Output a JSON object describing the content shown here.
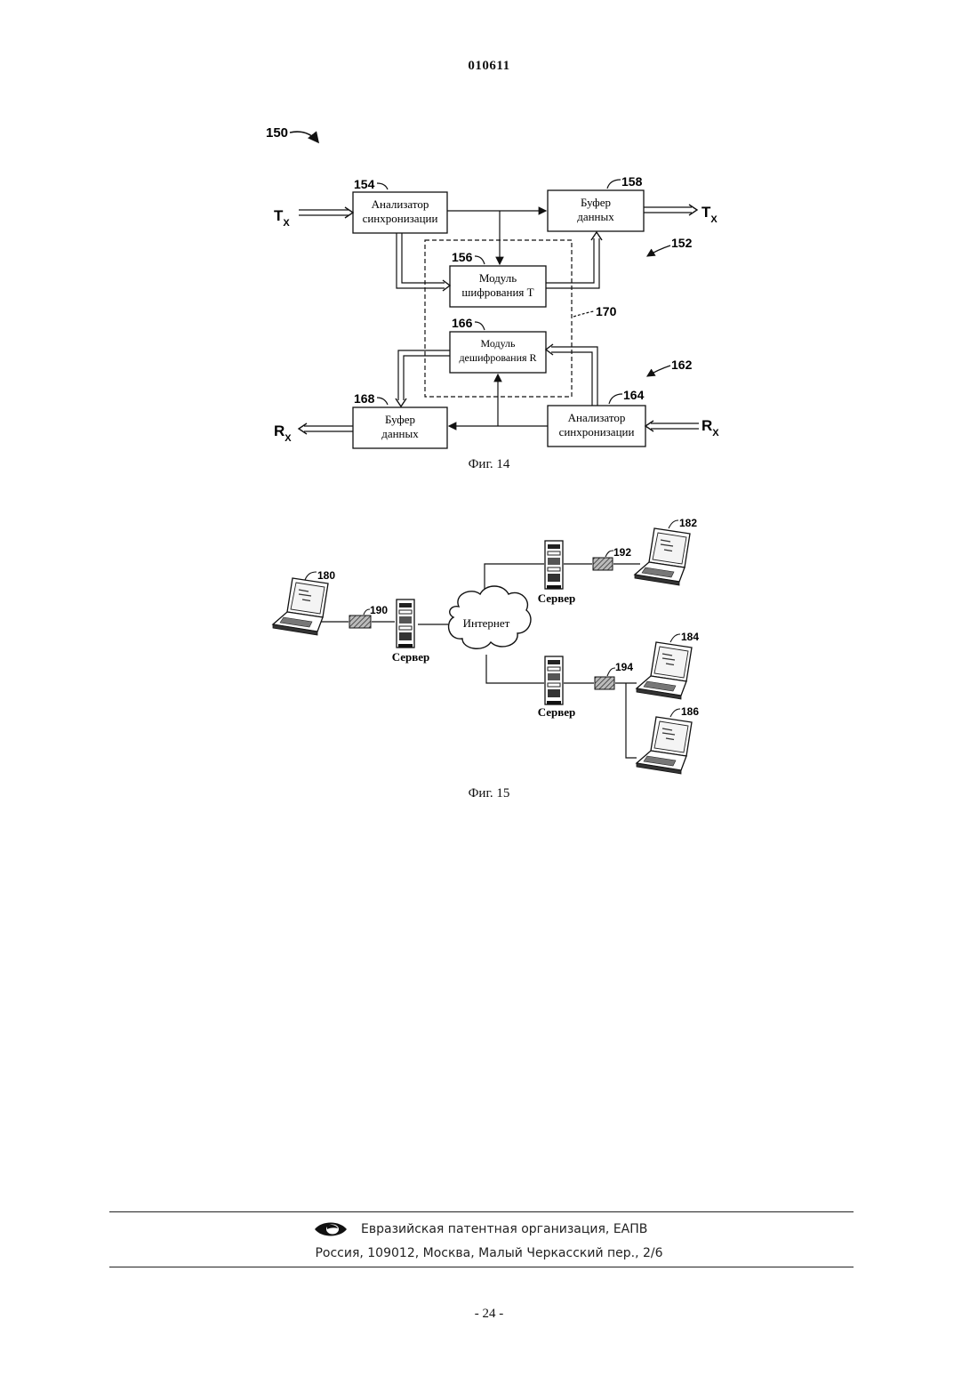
{
  "header": {
    "doc_number": "010611"
  },
  "figure14": {
    "caption": "Фиг. 14",
    "ref_150": "150",
    "ref_152": "152",
    "ref_162": "162",
    "ref_170": "170",
    "tx_in": "T",
    "tx_in_sub": "X",
    "tx_out": "T",
    "tx_out_sub": "X",
    "rx_in": "R",
    "rx_in_sub": "X",
    "rx_out": "R",
    "rx_out_sub": "X",
    "blocks": {
      "sync_tx": {
        "ref": "154",
        "line1": "Анализатор",
        "line2": "синхронизации"
      },
      "buffer_tx": {
        "ref": "158",
        "line1": "Буфер",
        "line2": "данных"
      },
      "encrypt": {
        "ref": "156",
        "line1": "Модуль",
        "line2": "шифрования T"
      },
      "decrypt": {
        "ref": "166",
        "line1": "Модуль",
        "line2": "дешифрования R"
      },
      "buffer_rx": {
        "ref": "168",
        "line1": "Буфер",
        "line2": "данных"
      },
      "sync_rx": {
        "ref": "164",
        "line1": "Анализатор",
        "line2": "синхронизации"
      }
    }
  },
  "figure15": {
    "caption": "Фиг. 15",
    "internet": "Интернет",
    "server_label": "Сервер",
    "laptops": [
      "180",
      "182",
      "184",
      "186"
    ],
    "devices": [
      "190",
      "192",
      "194"
    ]
  },
  "footer": {
    "organization": "Евразийская патентная организация, ЕАПВ",
    "address": "Россия, 109012, Москва, Малый Черкасский пер., 2/6",
    "page_number": "- 24 -"
  }
}
